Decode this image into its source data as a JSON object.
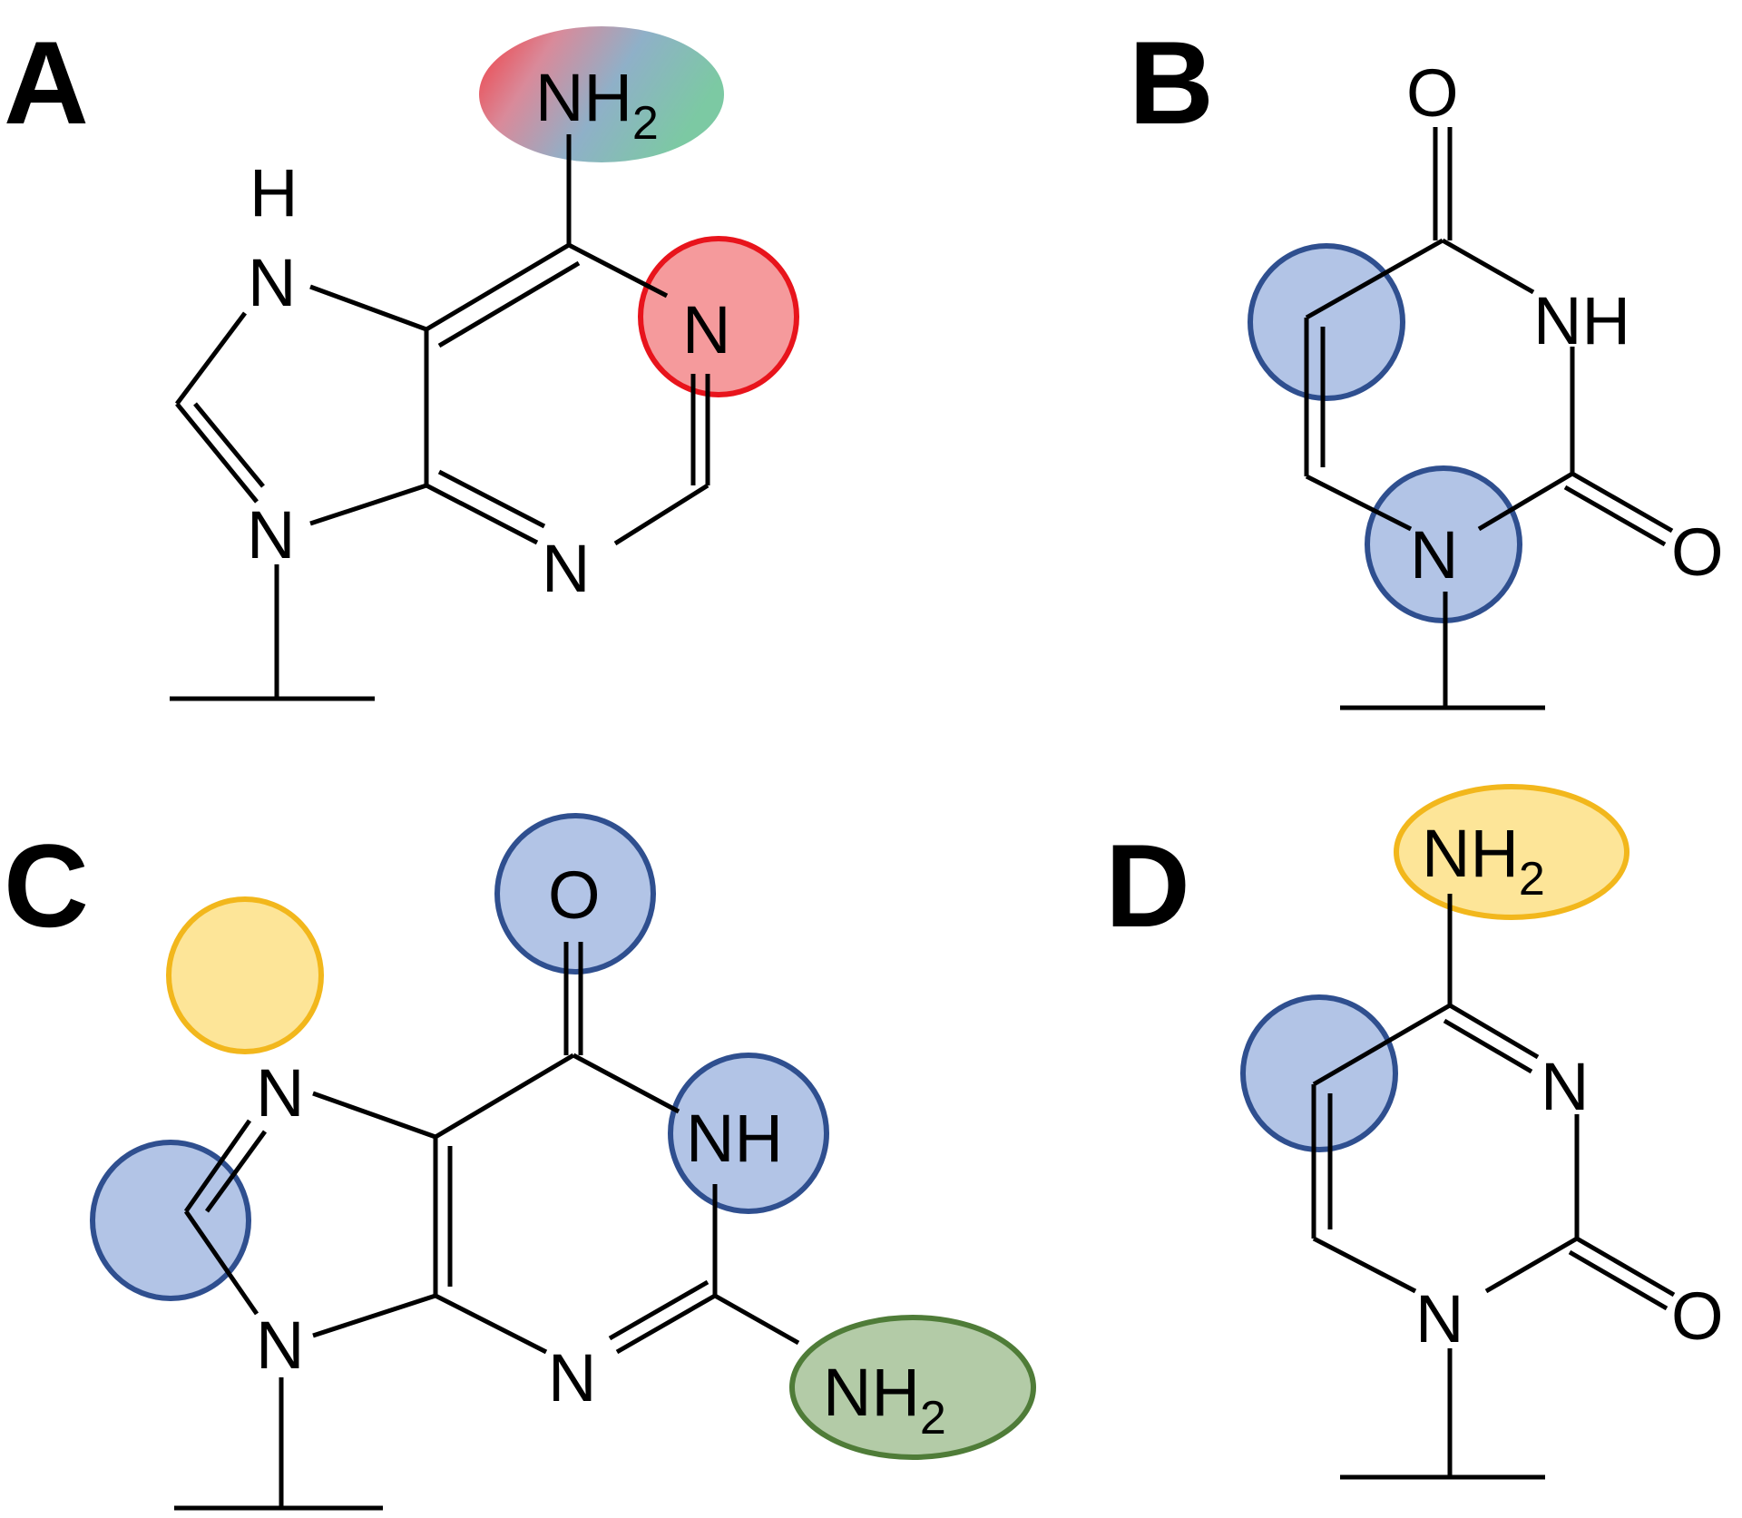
{
  "colors": {
    "red_fill": "#f59a9c",
    "red_stroke": "#e8141c",
    "blue_fill": "#b2c4e6",
    "blue_stroke": "#2f4f8f",
    "yellow_fill": "#fde598",
    "yellow_stroke": "#f2b71c",
    "green_fill": "#b3cba7",
    "green_stroke": "#4f7c38",
    "teal_fill": "#7cc9a3"
  },
  "panels": {
    "a": {
      "label": "A",
      "atoms": {
        "nh2_main": "NH",
        "nh2_sub": "2",
        "h": "H",
        "n7": "N",
        "n1": "N",
        "n9": "N",
        "n3": "N"
      }
    },
    "b": {
      "label": "B",
      "atoms": {
        "o_top": "O",
        "nh": "NH",
        "n1": "N",
        "o_right": "O"
      }
    },
    "c": {
      "label": "C",
      "atoms": {
        "o_top": "O",
        "n7": "N",
        "nh": "NH",
        "n9": "N",
        "n3": "N",
        "nh2_main": "NH",
        "nh2_sub": "2"
      }
    },
    "d": {
      "label": "D",
      "atoms": {
        "nh2_main": "NH",
        "nh2_sub": "2",
        "n3": "N",
        "n1": "N",
        "o_right": "O"
      }
    }
  }
}
